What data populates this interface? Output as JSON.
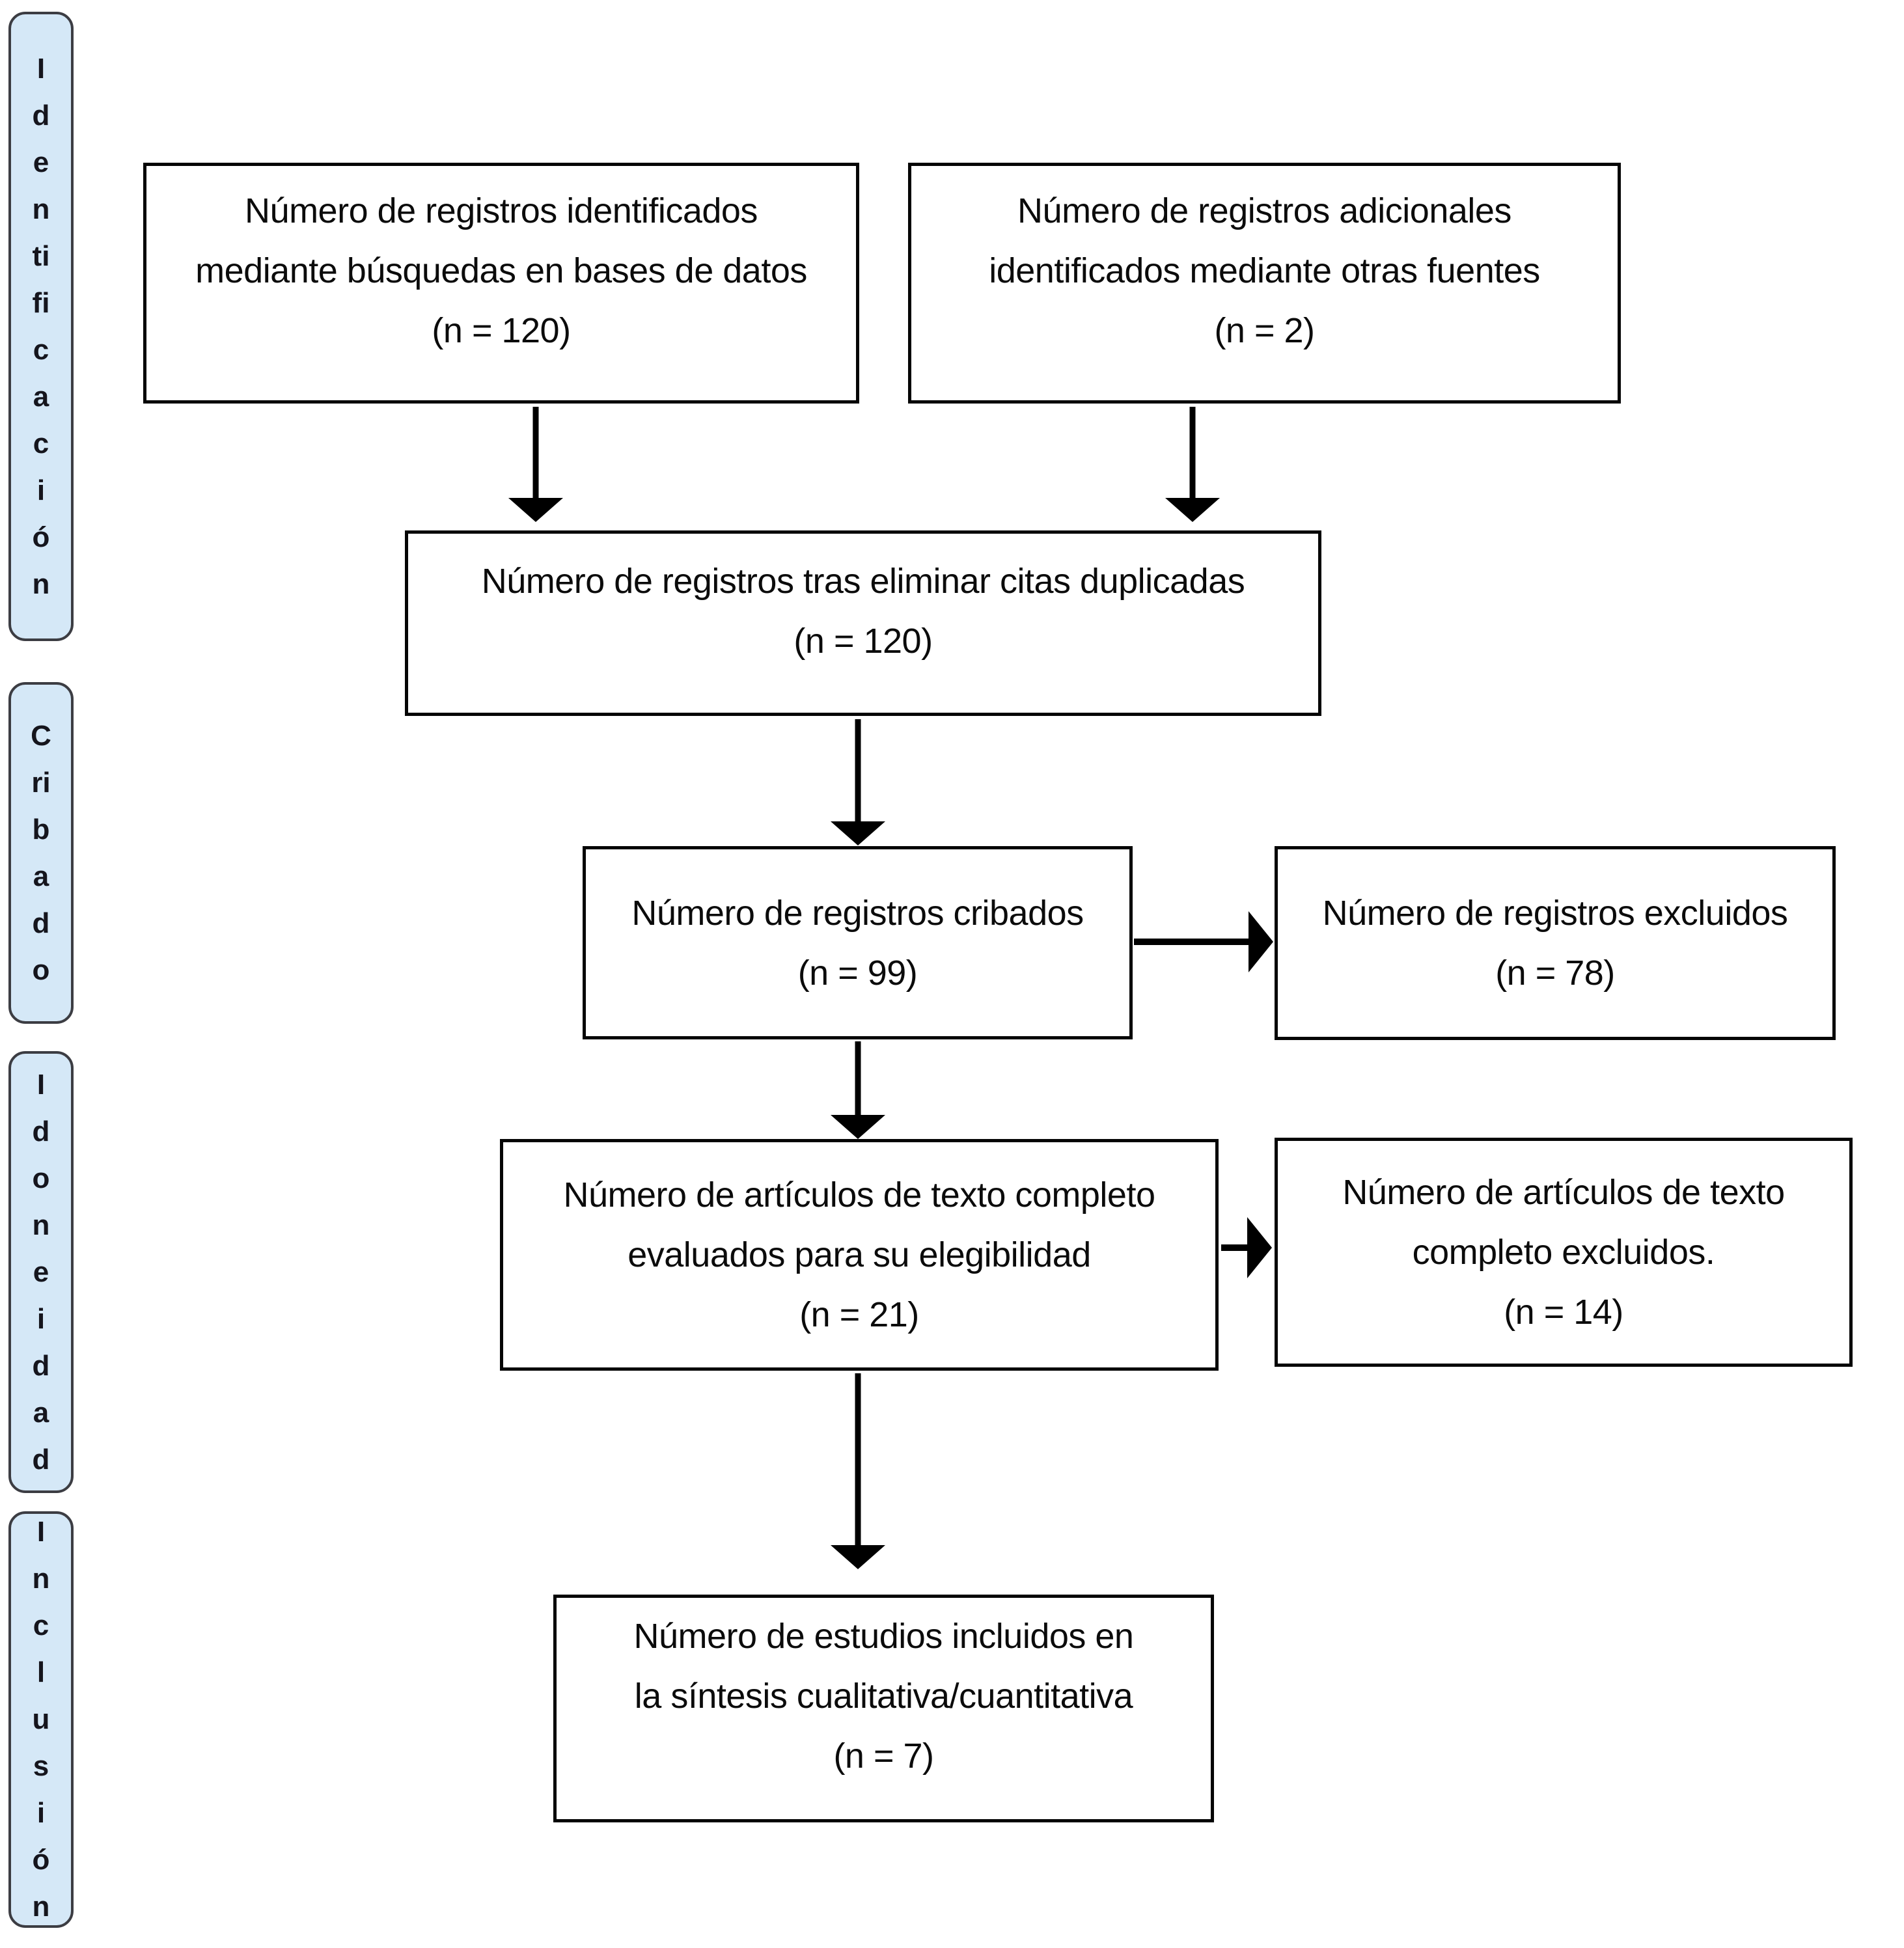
{
  "page": {
    "background": "#ffffff",
    "box_border_color": "#050505",
    "text_color": "#0b0b0b"
  },
  "sidebar": {
    "fill": "#d5e8f7",
    "border_color": "#3c3d43",
    "text_color": "#15151d",
    "stages": [
      {
        "label": "Identificación",
        "letters": "I\nd\ne\nn\nti\nfi\nc\na\nc\ni\nó\nn"
      },
      {
        "label": "Cribado",
        "letters": "C\nri\nb\na\nd\no"
      },
      {
        "label": "Idoneidad",
        "letters": "I\nd\no\nn\ne\ni\nd\na\nd"
      },
      {
        "label": "Inclusión",
        "letters": "I\nn\nc\nl\nu\ns\ni\nó\nn"
      }
    ]
  },
  "flow": {
    "boxes": [
      {
        "id": "records-identified-databases",
        "lines": [
          "Número de registros identificados",
          "mediante búsquedas en bases de datos",
          "(n = 120)"
        ]
      },
      {
        "id": "records-identified-other-sources",
        "lines": [
          "Número de registros adicionales",
          "identificados mediante otras fuentes",
          "(n = 2)"
        ]
      },
      {
        "id": "records-after-deduplication",
        "lines": [
          "Número de registros tras eliminar citas duplicadas",
          "(n = 120)"
        ]
      },
      {
        "id": "records-screened",
        "lines": [
          "Número de registros cribados",
          "(n = 99)"
        ]
      },
      {
        "id": "records-excluded",
        "lines": [
          "Número de registros excluidos",
          "(n = 78)"
        ]
      },
      {
        "id": "fulltext-assessed",
        "lines": [
          "Número de artículos de texto completo",
          "evaluados para su elegibilidad",
          "(n = 21)"
        ]
      },
      {
        "id": "fulltext-excluded",
        "lines": [
          "Número de artículos de texto",
          "completo excluidos.",
          "(n = 14)"
        ]
      },
      {
        "id": "studies-included",
        "lines": [
          "Número de estudios incluidos en",
          "la síntesis cualitativa/cuantitativa",
          "(n = 7)"
        ]
      }
    ]
  }
}
